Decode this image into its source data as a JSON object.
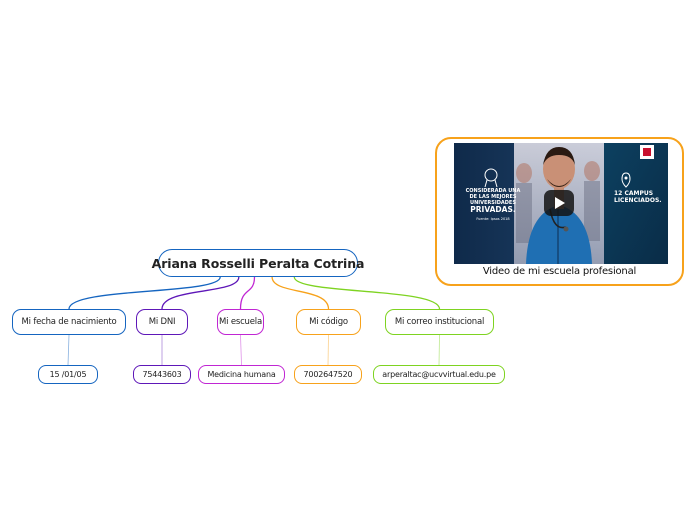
{
  "root": {
    "label": "Ariana Rosselli Peralta Cotrina"
  },
  "branches": [
    {
      "label": "Mi fecha de nacimiento",
      "value": "15 /01/05",
      "color": "#1565c0"
    },
    {
      "label": "Mi DNI",
      "value": "75443603",
      "color": "#5e17b8"
    },
    {
      "label": "Mi escuela",
      "value": "Medicina humana",
      "color": "#c026d3"
    },
    {
      "label": "Mi código",
      "value": "7002647520",
      "color": "#f7a21b"
    },
    {
      "label": "Mi correo institucional",
      "value": "arperaltac@ucvvirtual.edu.pe",
      "color": "#7ed321"
    }
  ],
  "video": {
    "caption": "Video de mi escuela profesional",
    "thumb_left_line1": "CONSIDERADA UNA",
    "thumb_left_line2": "DE LAS MEJORES",
    "thumb_left_line3": "UNIVERSIDADES",
    "thumb_left_big": "PRIVADAS.",
    "thumb_left_source": "Fuente: Ipsos 2018",
    "thumb_right_line1": "12 CAMPUS",
    "thumb_right_line2": "LICENCIADOS.",
    "border_color": "#f7a21b",
    "icons": [
      "play-icon",
      "logo-icon",
      "location-icon",
      "award-icon"
    ]
  }
}
